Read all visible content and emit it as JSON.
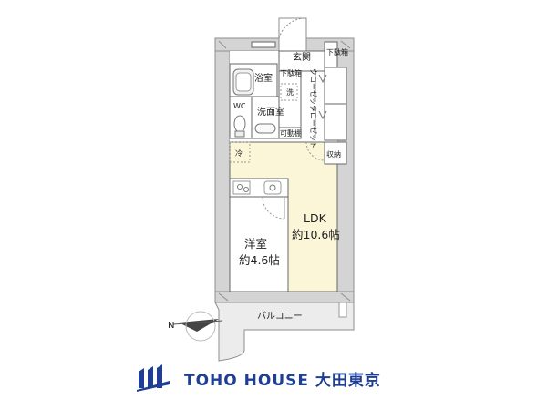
{
  "rooms": {
    "entrance": "玄関",
    "bath": "浴室",
    "wc": "WC",
    "washroom": "洗面室",
    "washer": "洗",
    "lower_storage_1": "下駄箱",
    "lower_storage_2": "下駄箱",
    "movable_shelf": "可動棚",
    "closet_1": "クローゼット",
    "closet_2": "クローゼット",
    "storage": "収納",
    "fridge": "冷",
    "ldk_name": "LDK",
    "ldk_size": "約10.6帖",
    "western_name": "洋室",
    "western_size": "約4.6帖",
    "balcony": "バルコニー"
  },
  "compass": {
    "label": "N"
  },
  "brand": {
    "name": "TOHO HOUSE 大田東京",
    "color": "#1f3f95"
  },
  "colors": {
    "ldk_floor": "#fbf6d8",
    "wall": "#8e8e8e",
    "wall_fill": "#d4d4d4",
    "balcony_fill": "#ececec"
  }
}
